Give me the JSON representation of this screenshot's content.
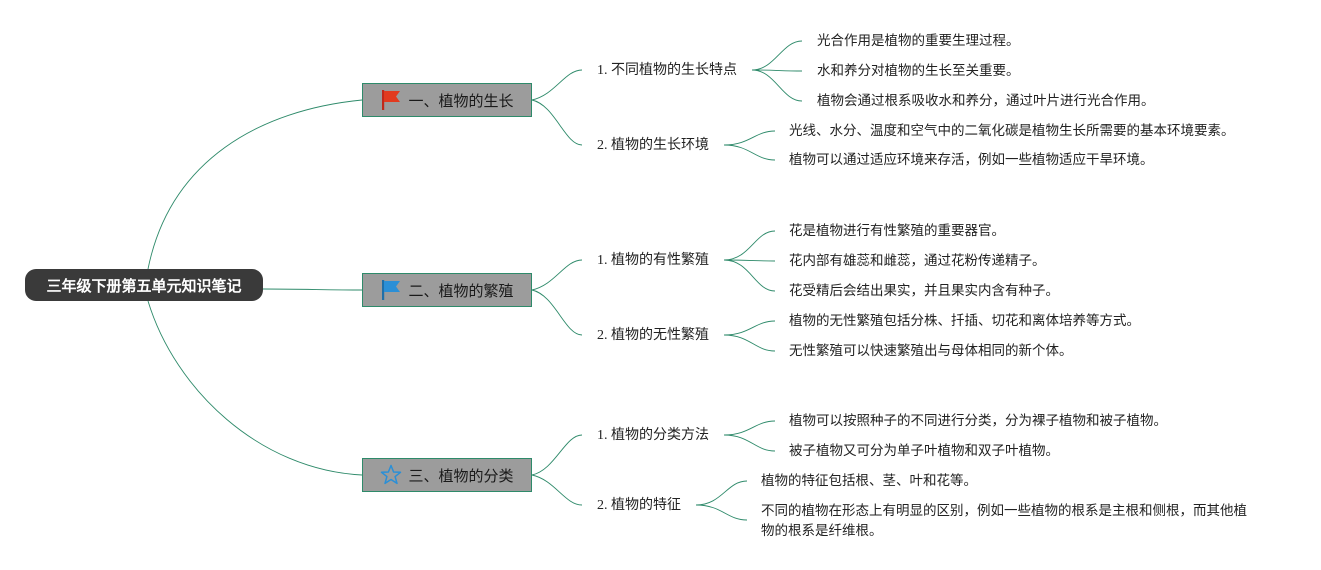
{
  "root": {
    "title": "三年级下册第五单元知识笔记"
  },
  "topics": [
    {
      "label": "一、植物的生长",
      "icon": "red-flag-icon",
      "icon_color": "#e23a1f",
      "subtopics": [
        {
          "label": "1. 不同植物的生长特点",
          "details": [
            "光合作用是植物的重要生理过程。",
            "水和养分对植物的生长至关重要。",
            "植物会通过根系吸收水和养分，通过叶片进行光合作用。"
          ]
        },
        {
          "label": "2. 植物的生长环境",
          "details": [
            "光线、水分、温度和空气中的二氧化碳是植物生长所需要的基本环境要素。",
            "植物可以通过适应环境来存活，例如一些植物适应干旱环境。"
          ]
        }
      ]
    },
    {
      "label": "二、植物的繁殖",
      "icon": "blue-flag-icon",
      "icon_color": "#2b8fd6",
      "subtopics": [
        {
          "label": "1. 植物的有性繁殖",
          "details": [
            "花是植物进行有性繁殖的重要器官。",
            "花内部有雄蕊和雌蕊，通过花粉传递精子。",
            "花受精后会结出果实，并且果实内含有种子。"
          ]
        },
        {
          "label": "2. 植物的无性繁殖",
          "details": [
            "植物的无性繁殖包括分株、扦插、切花和离体培养等方式。",
            "无性繁殖可以快速繁殖出与母体相同的新个体。"
          ]
        }
      ]
    },
    {
      "label": "三、植物的分类",
      "icon": "star-icon",
      "icon_color": "#2b8fd6",
      "subtopics": [
        {
          "label": "1. 植物的分类方法",
          "details": [
            "植物可以按照种子的不同进行分类，分为裸子植物和被子植物。",
            "被子植物又可分为单子叶植物和双子叶植物。"
          ]
        },
        {
          "label": "2. 植物的特征",
          "details": [
            "植物的特征包括根、茎、叶和花等。",
            "不同的植物在形态上有明显的区别，例如一些植物的根系是主根和侧根，而其他植物的根系是纤维根。"
          ]
        }
      ]
    }
  ],
  "colors": {
    "connector": "#2e8a6a",
    "root_bg": "#3a3a3a",
    "topic_bg": "#9c9c9c"
  }
}
